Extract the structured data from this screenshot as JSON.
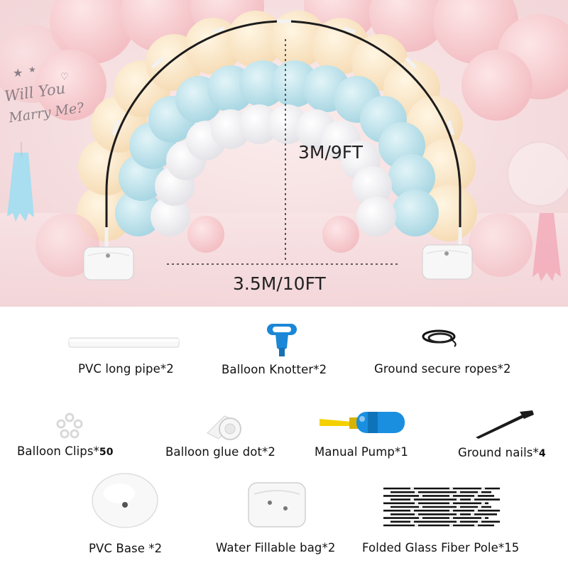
{
  "hero": {
    "decor_text_line1": "Will You",
    "decor_text_line2": "Marry Me?",
    "height_label": "3M/9FT",
    "width_label": "3.5M/10FT"
  },
  "colors": {
    "background_pink": "#f6dfe1",
    "balloon_pink": "#f7c9cc",
    "balloon_peach": "#fbe5c6",
    "balloon_blue": "#bfe3ec",
    "balloon_white": "#f4f4f6",
    "pump_blue": "#1a8fe0",
    "pump_yellow": "#f5d000",
    "knotter_blue": "#1b87d6"
  },
  "items": [
    {
      "id": "pvc-long-pipe",
      "label": "PVC long pipe*2",
      "qty": "",
      "icon": "pvc-pipe-icon"
    },
    {
      "id": "balloon-knotter",
      "label": "Balloon Knotter*2",
      "qty": "",
      "icon": "balloon-knotter-icon"
    },
    {
      "id": "ground-secure-ropes",
      "label": "Ground secure ropes*2",
      "qty": "",
      "icon": "rope-coil-icon"
    },
    {
      "id": "balloon-clips",
      "label": "Balloon Clips*",
      "qty": "50",
      "icon": "balloon-clip-icon"
    },
    {
      "id": "balloon-glue-dot",
      "label": "Balloon glue dot*2",
      "qty": "",
      "icon": "glue-dot-roll-icon"
    },
    {
      "id": "manual-pump",
      "label": "Manual Pump*1",
      "qty": "",
      "icon": "hand-pump-icon"
    },
    {
      "id": "ground-nails",
      "label": "Ground nails*",
      "qty": "4",
      "icon": "ground-nail-icon"
    },
    {
      "id": "pvc-base",
      "label": "PVC Base *2",
      "qty": "",
      "icon": "pvc-base-icon"
    },
    {
      "id": "water-fillable-bag",
      "label": "Water Fillable bag*2",
      "qty": "",
      "icon": "water-bag-icon"
    },
    {
      "id": "folded-glass-fiber-pole",
      "label": "Folded Glass Fiber Pole*15",
      "qty": "",
      "icon": "glass-fiber-poles-icon"
    }
  ]
}
